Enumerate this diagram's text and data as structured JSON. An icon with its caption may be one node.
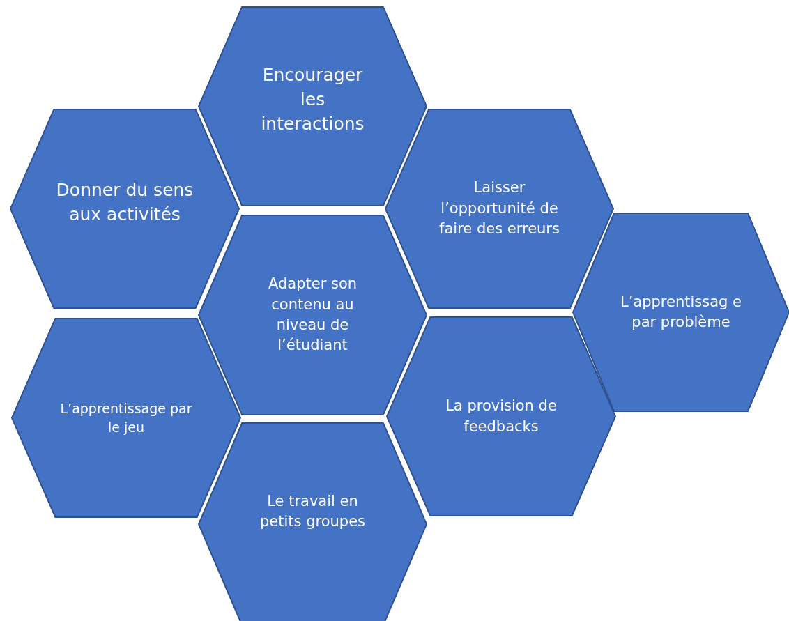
{
  "diagram": {
    "nodes": [
      {
        "text": [
          "Encourager les interactions"
        ]
      },
      {
        "text": [
          "Donner du sens aux activités"
        ]
      },
      {
        "text": [
          "Laisser l’opportunité de faire des erreurs"
        ]
      },
      {
        "text": [
          "Adapter son contenu au niveau de l’étudiant"
        ]
      },
      {
        "text": [
          "L’apprentissag e par problème"
        ]
      },
      {
        "text": [
          "L’apprentissage par le jeu"
        ]
      },
      {
        "text": [
          "La provision de feedbacks"
        ]
      },
      {
        "text": [
          "Le travail en petits groupes"
        ]
      }
    ]
  }
}
